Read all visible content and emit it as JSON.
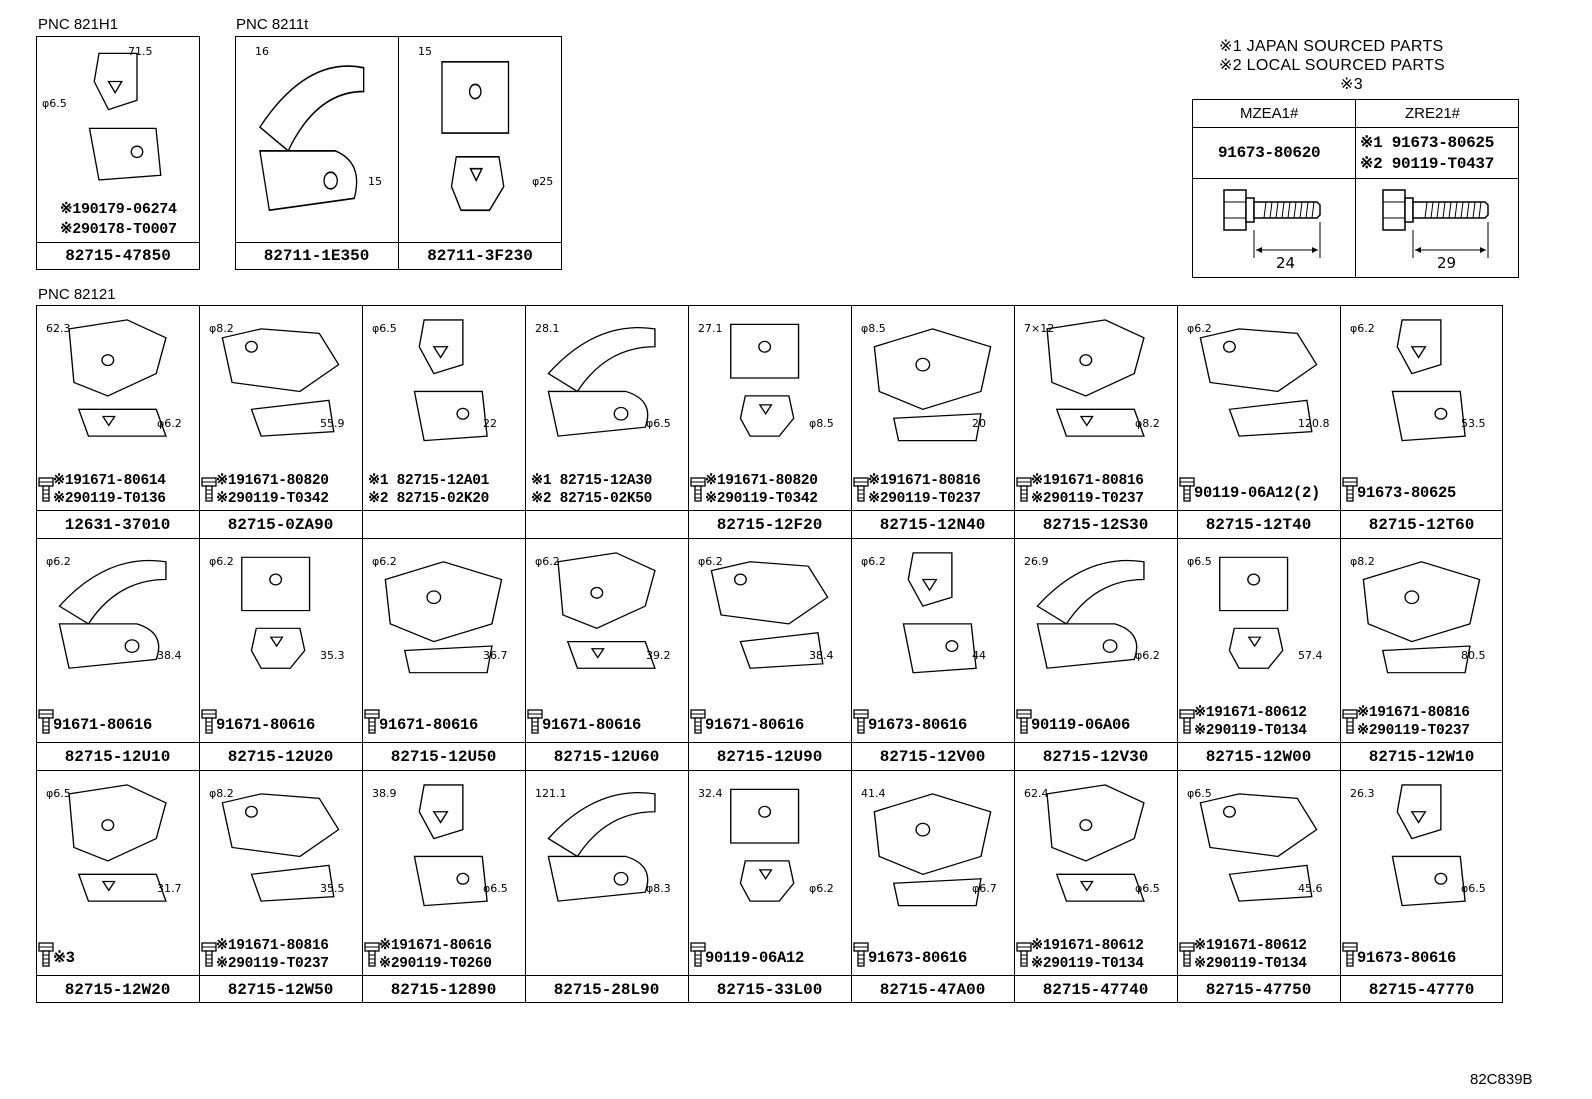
{
  "pnc_labels": [
    "PNC 821H1",
    "PNC 8211t",
    "PNC 82121"
  ],
  "notes": {
    "line1": "※1 JAPAN SOURCED PARTS",
    "line2": "※2 LOCAL SOURCED PARTS",
    "line3": "※3"
  },
  "bolt_table": {
    "headers": [
      "MZEA1#",
      "ZRE21#"
    ],
    "left_part": "91673-80620",
    "right_part1": "※1 91673-80625",
    "right_part2": "※2 90119-T0437",
    "left_dim": "24",
    "right_dim": "29"
  },
  "top_parts": [
    {
      "part": "82715-47850",
      "sub1": "※190179-06274",
      "sub2": "※290178-T0007",
      "dims": [
        "71.5",
        "φ6.5"
      ]
    },
    {
      "part": "82711-1E350",
      "sub1": "",
      "sub2": "",
      "dims": [
        "16",
        "15"
      ]
    },
    {
      "part": "82711-3F230",
      "sub1": "",
      "sub2": "",
      "dims": [
        "15",
        "φ25"
      ]
    }
  ],
  "grid": [
    [
      {
        "part": "12631-37010",
        "sub1": "※191671-80614",
        "sub2": "※290119-T0136",
        "dims": [
          "62.3",
          "φ6.2"
        ]
      },
      {
        "part": "82715-0ZA90",
        "sub1": "※191671-80820",
        "sub2": "※290119-T0342",
        "dims": [
          "φ8.2",
          "55.9"
        ]
      },
      {
        "part": "",
        "sub1": "※1 82715-12A01",
        "sub2": "※2 82715-02K20",
        "dims": [
          "φ6.5",
          "22"
        ]
      },
      {
        "part": "",
        "sub1": "※1 82715-12A30",
        "sub2": "※2 82715-02K50",
        "dims": [
          "28.1",
          "φ6.5"
        ]
      },
      {
        "part": "82715-12F20",
        "sub1": "※191671-80820",
        "sub2": "※290119-T0342",
        "dims": [
          "27.1",
          "φ8.5"
        ]
      },
      {
        "part": "82715-12N40",
        "sub1": "※191671-80816",
        "sub2": "※290119-T0237",
        "dims": [
          "φ8.5",
          "20"
        ]
      },
      {
        "part": "82715-12S30",
        "sub1": "※191671-80816",
        "sub2": "※290119-T0237",
        "dims": [
          "7×12",
          "φ8.2"
        ]
      },
      {
        "part": "82715-12T40",
        "sub1": "90119-06A12(2)",
        "sub2": "",
        "dims": [
          "φ6.2",
          "120.8"
        ]
      },
      {
        "part": "82715-12T60",
        "sub1": "91673-80625",
        "sub2": "",
        "dims": [
          "φ6.2",
          "53.5"
        ]
      }
    ],
    [
      {
        "part": "82715-12U10",
        "sub1": "91671-80616",
        "sub2": "",
        "dims": [
          "φ6.2",
          "38.4"
        ]
      },
      {
        "part": "82715-12U20",
        "sub1": "91671-80616",
        "sub2": "",
        "dims": [
          "φ6.2",
          "35.3"
        ]
      },
      {
        "part": "82715-12U50",
        "sub1": "91671-80616",
        "sub2": "",
        "dims": [
          "φ6.2",
          "36.7"
        ]
      },
      {
        "part": "82715-12U60",
        "sub1": "91671-80616",
        "sub2": "",
        "dims": [
          "φ6.2",
          "39.2"
        ]
      },
      {
        "part": "82715-12U90",
        "sub1": "91671-80616",
        "sub2": "",
        "dims": [
          "φ6.2",
          "38.4"
        ]
      },
      {
        "part": "82715-12V00",
        "sub1": "91673-80616",
        "sub2": "",
        "dims": [
          "φ6.2",
          "44"
        ]
      },
      {
        "part": "82715-12V30",
        "sub1": "90119-06A06",
        "sub2": "",
        "dims": [
          "26.9",
          "φ6.2"
        ]
      },
      {
        "part": "82715-12W00",
        "sub1": "※191671-80612",
        "sub2": "※290119-T0134",
        "dims": [
          "φ6.5",
          "57.4"
        ]
      },
      {
        "part": "82715-12W10",
        "sub1": "※191671-80816",
        "sub2": "※290119-T0237",
        "dims": [
          "φ8.2",
          "80.5"
        ]
      }
    ],
    [
      {
        "part": "82715-12W20",
        "sub1": "※3",
        "sub2": "",
        "dims": [
          "φ6.5",
          "31.7"
        ]
      },
      {
        "part": "82715-12W50",
        "sub1": "※191671-80816",
        "sub2": "※290119-T0237",
        "dims": [
          "φ8.2",
          "35.5"
        ]
      },
      {
        "part": "82715-12890",
        "sub1": "※191671-80616",
        "sub2": "※290119-T0260",
        "dims": [
          "38.9",
          "φ6.5"
        ]
      },
      {
        "part": "82715-28L90",
        "sub1": "",
        "sub2": "",
        "dims": [
          "121.1",
          "φ8.3"
        ]
      },
      {
        "part": "82715-33L00",
        "sub1": "90119-06A12",
        "sub2": "",
        "dims": [
          "32.4",
          "φ6.2"
        ]
      },
      {
        "part": "82715-47A00",
        "sub1": "91673-80616",
        "sub2": "",
        "dims": [
          "41.4",
          "φ6.7"
        ]
      },
      {
        "part": "82715-47740",
        "sub1": "※191671-80612",
        "sub2": "※290119-T0134",
        "dims": [
          "62.4",
          "φ6.5"
        ]
      },
      {
        "part": "82715-47750",
        "sub1": "※191671-80612",
        "sub2": "※290119-T0134",
        "dims": [
          "φ6.5",
          "45.6"
        ]
      },
      {
        "part": "82715-47770",
        "sub1": "91673-80616",
        "sub2": "",
        "dims": [
          "26.3",
          "φ6.5"
        ]
      }
    ]
  ],
  "footer_code": "82C839B"
}
